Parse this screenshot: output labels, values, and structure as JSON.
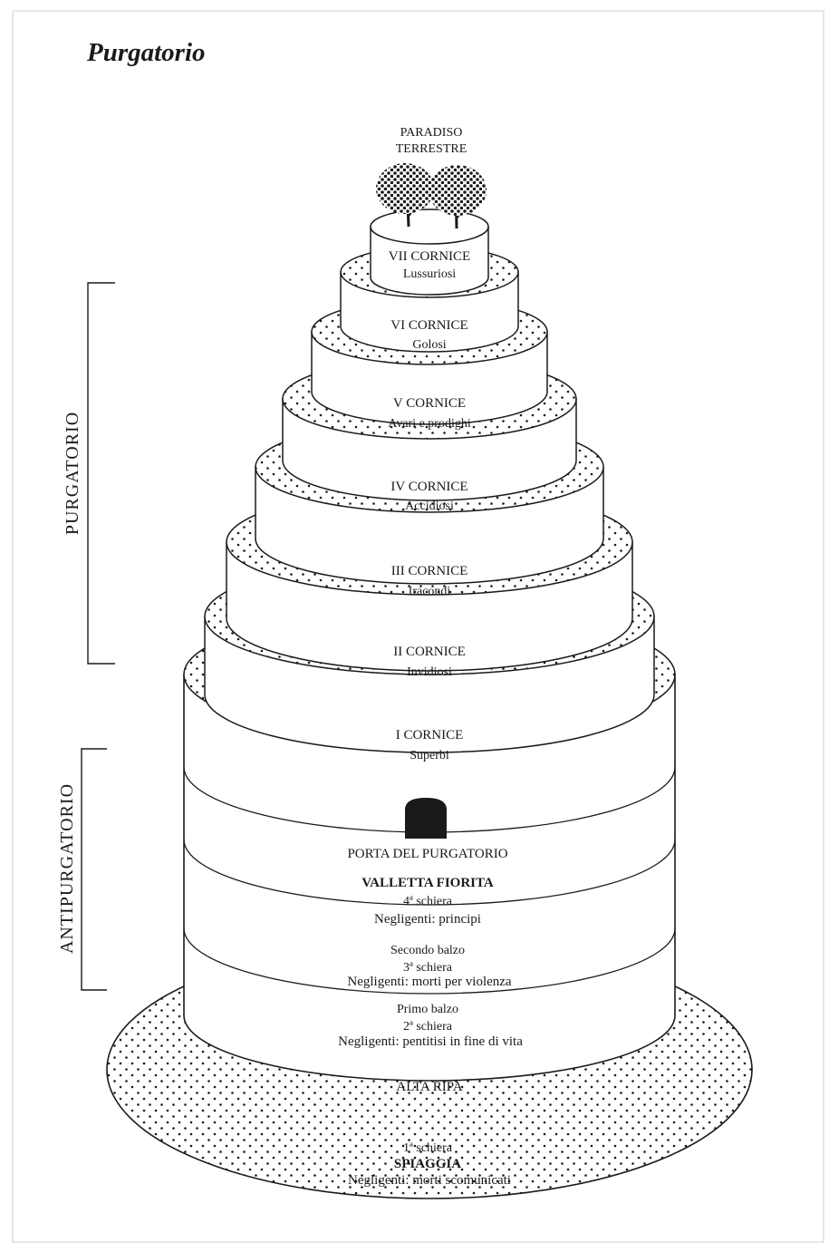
{
  "title": "Purgatorio",
  "summit": {
    "line1": "PARADISO",
    "line2": "TERRESTRE"
  },
  "cornici": [
    {
      "name": "VII CORNICE",
      "sinners": "Lussuriosi"
    },
    {
      "name": "VI CORNICE",
      "sinners": "Golosi"
    },
    {
      "name": "V CORNICE",
      "sinners": "Avari e prodighi"
    },
    {
      "name": "IV CORNICE",
      "sinners": "Accidiosi"
    },
    {
      "name": "III CORNICE",
      "sinners": "Iracondi"
    },
    {
      "name": "II CORNICE",
      "sinners": "Invidiosi"
    },
    {
      "name": "I CORNICE",
      "sinners": "Superbi"
    }
  ],
  "gate": "PORTA DEL PURGATORIO",
  "valletta": {
    "title": "VALLETTA FIORITA",
    "schiera": "4ª schiera",
    "sinners": "Negligenti: principi"
  },
  "secondo_balzo": {
    "title": "Secondo balzo",
    "schiera": "3ª schiera",
    "sinners": "Negligenti: morti per violenza"
  },
  "primo_balzo": {
    "title": "Primo balzo",
    "schiera": "2ª schiera",
    "sinners": "Negligenti: pentitisi in fine di vita"
  },
  "alta_ripa": "ALTA RIPA",
  "spiaggia": {
    "schiera": "1ª schiera",
    "title": "SPIAGGIA",
    "sinners": "Negligenti: morti scomunicati"
  },
  "side_labels": {
    "upper": "PURGATORIO",
    "lower": "ANTIPURGATORIO"
  },
  "colors": {
    "ink": "#1a1a1a",
    "background": "#ffffff"
  }
}
